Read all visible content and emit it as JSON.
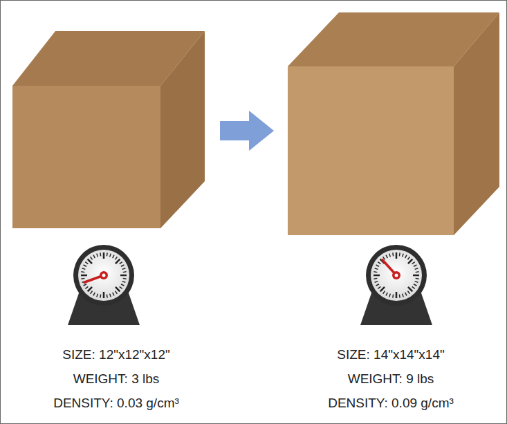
{
  "diagram": {
    "labels": [
      "SIZE: 12\"x12\"x12\"",
      "WEIGHT: 3 lbs",
      "DENSITY: 0.03 g/cm³",
      "SIZE: 14\"x14\"x14\"",
      "WEIGHT: 9 lbs",
      "DENSITY: 0.09 g/cm³"
    ]
  }
}
